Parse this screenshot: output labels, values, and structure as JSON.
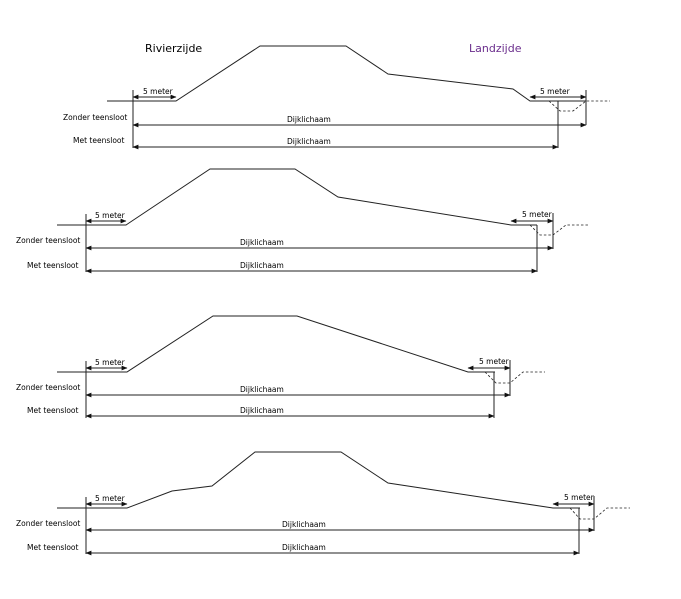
{
  "header": {
    "river_side": "Rivierzijde",
    "land_side": "Landzijde",
    "river_color": "#000000",
    "land_color": "#6a2d8c"
  },
  "profiles": [
    {
      "meter_left": "5 meter",
      "meter_right": "5 meter",
      "row_without_ditch": "Zonder teensloot",
      "row_with_ditch": "Met teensloot",
      "dim_without_ditch": "Dijklichaam",
      "dim_with_ditch": "Dijklichaam"
    },
    {
      "meter_left": "5 meter",
      "meter_right": "5 meter",
      "row_without_ditch": "Zonder teensloot",
      "row_with_ditch": "Met teensloot",
      "dim_without_ditch": "Dijklichaam",
      "dim_with_ditch": "Dijklichaam"
    },
    {
      "meter_left": "5 meter",
      "meter_right": "5 meter",
      "row_without_ditch": "Zonder teensloot",
      "row_with_ditch": "Met teensloot",
      "dim_without_ditch": "Dijklichaam",
      "dim_with_ditch": "Dijklichaam"
    },
    {
      "meter_left": "5 meter",
      "meter_right": "5 meter",
      "row_without_ditch": "Zonder teensloot",
      "row_with_ditch": "Met teensloot",
      "dim_without_ditch": "Dijklichaam",
      "dim_with_ditch": "Dijklichaam"
    }
  ]
}
